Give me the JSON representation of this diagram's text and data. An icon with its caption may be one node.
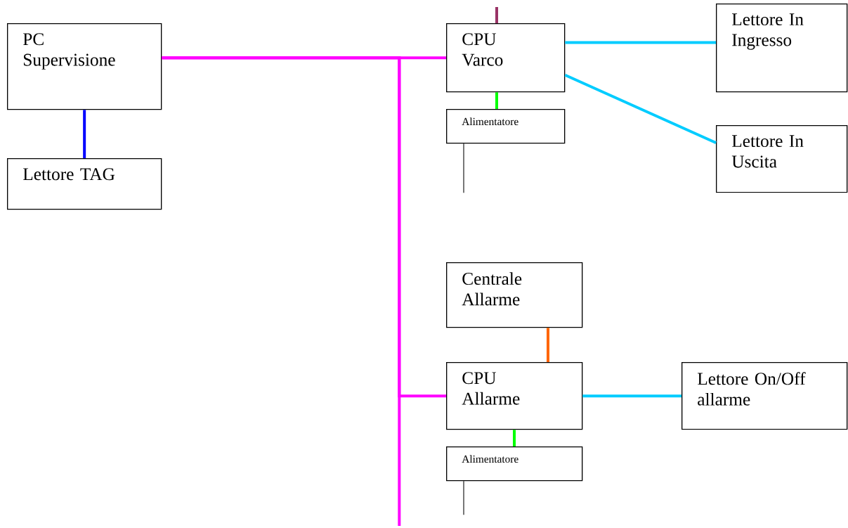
{
  "diagram": {
    "nodes": [
      {
        "text": [
          "PC Supervisione"
        ]
      },
      {
        "text": [
          "Lettore TAG"
        ]
      },
      {
        "text": [
          "CPU Varco"
        ]
      },
      {
        "text": [
          "Alimentatore"
        ]
      },
      {
        "text": [
          "Lettore In Ingresso"
        ]
      },
      {
        "text": [
          "Lettore In Uscita"
        ]
      },
      {
        "text": [
          "Centrale Allarme"
        ]
      },
      {
        "text": [
          "CPU Allarme"
        ]
      },
      {
        "text": [
          "Lettore On/Off allarme"
        ]
      },
      {
        "text": [
          "Alimentatore"
        ]
      }
    ],
    "edges": [
      {
        "from": 0,
        "to": 1,
        "arrow": "none",
        "color": "#0000ff"
      },
      {
        "from": 0,
        "to": 2,
        "arrow": "none",
        "color": "#ff00ff"
      },
      {
        "from": 0,
        "to": 7,
        "arrow": "none",
        "color": "#ff00ff"
      },
      {
        "from": 0,
        "to": null,
        "arrow": "none",
        "color": "#ff00ff"
      },
      {
        "from": null,
        "to": 2,
        "arrow": "none",
        "color": "#993366"
      },
      {
        "from": 2,
        "to": 4,
        "arrow": "none",
        "color": "#00ccff"
      },
      {
        "from": 2,
        "to": 5,
        "arrow": "none",
        "color": "#00ccff"
      },
      {
        "from": 2,
        "to": 3,
        "arrow": "none",
        "color": "#00ff00"
      },
      {
        "from": 3,
        "to": null,
        "arrow": "none",
        "color": "#000000"
      },
      {
        "from": 6,
        "to": 7,
        "arrow": "none",
        "color": "#ff6600"
      },
      {
        "from": 7,
        "to": 8,
        "arrow": "none",
        "color": "#00ccff"
      },
      {
        "from": 7,
        "to": 9,
        "arrow": "none",
        "color": "#00ff00"
      },
      {
        "from": 9,
        "to": null,
        "arrow": "none",
        "color": "#000000"
      }
    ]
  }
}
